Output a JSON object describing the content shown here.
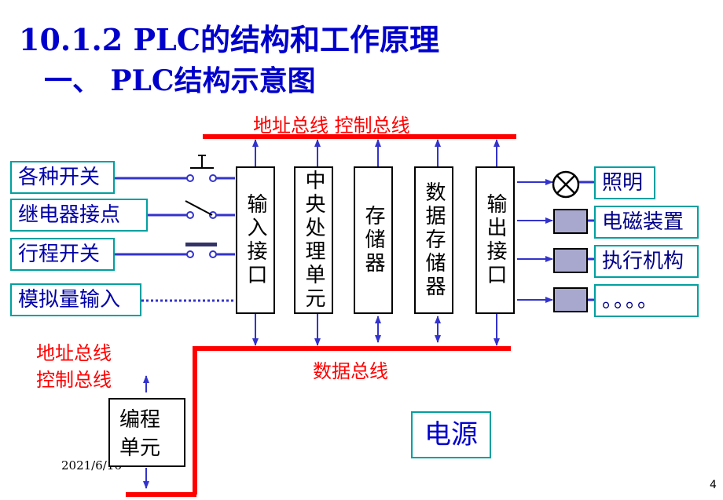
{
  "title": "10.1.2  PLC的结构和工作原理",
  "subtitle": "一、 PLC结构示意图",
  "top_bus_label": "地址总线  控制总线",
  "data_bus_label": "数据总线",
  "left_bus_label": [
    "地址总线",
    "控制总线"
  ],
  "inputs": [
    "各种开关",
    "继电器接点",
    "行程开关",
    "模拟量输入"
  ],
  "units": [
    "输入接口",
    "中央处理单元",
    "存储器",
    "数据存储器",
    "输出接口"
  ],
  "outputs": [
    "照明",
    "电磁装置",
    "执行机构",
    "。。。。"
  ],
  "programming_unit": [
    "编程",
    "单元"
  ],
  "power": "电源",
  "date": "2021/6/16",
  "page_number": "4",
  "colors": {
    "title": "#0000cc",
    "bus": "#ff0000",
    "box_border": "#00a0a0",
    "arrow": "#3333cc"
  }
}
